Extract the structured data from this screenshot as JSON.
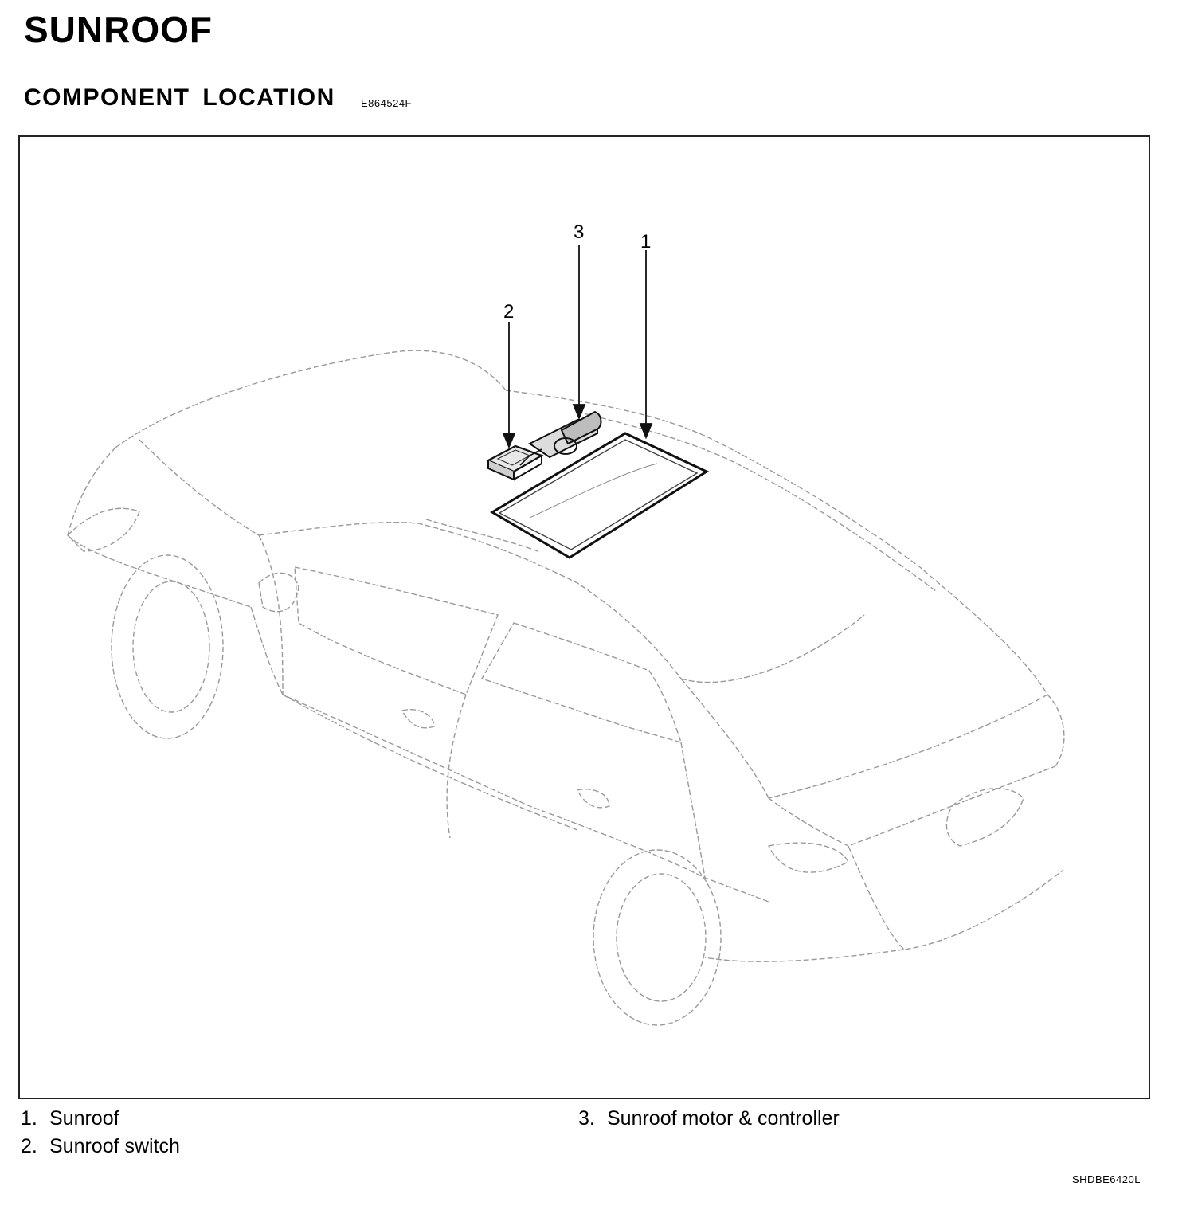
{
  "page_title": "SUNROOF",
  "section": {
    "title": "COMPONENT LOCATION",
    "code": "E864524F"
  },
  "callouts": [
    "1",
    "2",
    "3"
  ],
  "legend": [
    {
      "number": "1.",
      "label": "Sunroof"
    },
    {
      "number": "2.",
      "label": "Sunroof switch"
    },
    {
      "number": "3.",
      "label": "Sunroof motor & controller"
    }
  ],
  "figure_code": "SHDBE6420L"
}
